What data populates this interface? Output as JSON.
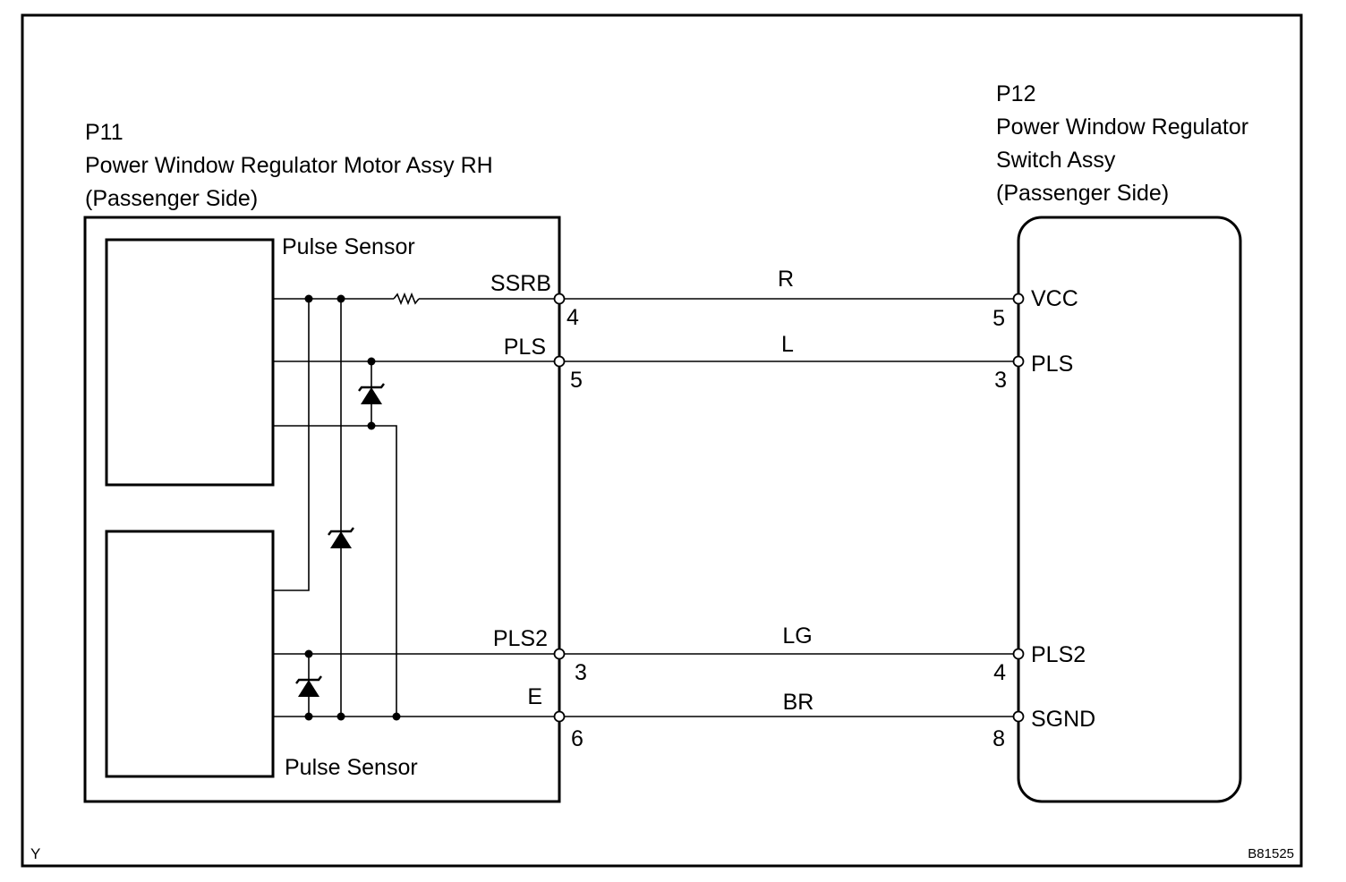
{
  "left_component": {
    "id": "P11",
    "name": "Power Window Regulator Motor Assy RH",
    "side": "(Passenger Side)",
    "sensor_top": "Pulse Sensor",
    "sensor_bottom": "Pulse Sensor"
  },
  "right_component": {
    "id": "P12",
    "name_line1": "Power Window Regulator",
    "name_line2": "Switch Assy",
    "side": "(Passenger Side)"
  },
  "wires": [
    {
      "left_signal": "SSRB",
      "left_pin": "4",
      "color": "R",
      "right_pin": "5",
      "right_signal": "VCC"
    },
    {
      "left_signal": "PLS",
      "left_pin": "5",
      "color": "L",
      "right_pin": "3",
      "right_signal": "PLS"
    },
    {
      "left_signal": "PLS2",
      "left_pin": "3",
      "color": "LG",
      "right_pin": "4",
      "right_signal": "PLS2"
    },
    {
      "left_signal": "E",
      "left_pin": "6",
      "color": "BR",
      "right_pin": "8",
      "right_signal": "SGND"
    }
  ],
  "corner_left": "Y",
  "corner_right": "B81525"
}
